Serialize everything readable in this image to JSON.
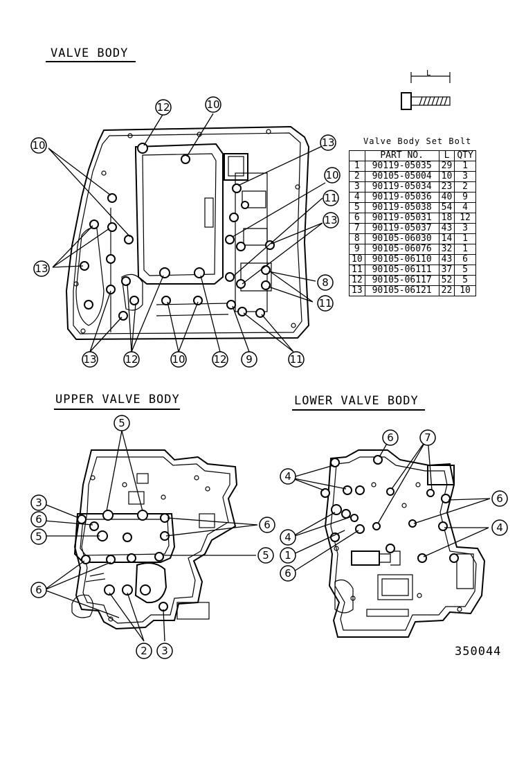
{
  "titles": {
    "valve_body": "VALVE BODY",
    "upper_valve_body": "UPPER VALVE BODY",
    "lower_valve_body": "LOWER VALVE BODY"
  },
  "bolt_illustration": {
    "length_label": "L"
  },
  "table": {
    "caption": "Valve Body Set Bolt",
    "headers": [
      "",
      "PART NO.",
      "L",
      "QTY"
    ],
    "rows": [
      [
        "1",
        "90119-05035",
        "29",
        "1"
      ],
      [
        "2",
        "90105-05004",
        "10",
        "3"
      ],
      [
        "3",
        "90119-05034",
        "23",
        "2"
      ],
      [
        "4",
        "90119-05036",
        "40",
        "9"
      ],
      [
        "5",
        "90119-05038",
        "54",
        "4"
      ],
      [
        "6",
        "90119-05031",
        "18",
        "12"
      ],
      [
        "7",
        "90119-05037",
        "43",
        "3"
      ],
      [
        "8",
        "90105-06030",
        "14",
        "1"
      ],
      [
        "9",
        "90105-06076",
        "32",
        "1"
      ],
      [
        "10",
        "90105-06110",
        "43",
        "6"
      ],
      [
        "11",
        "90105-06111",
        "37",
        "5"
      ],
      [
        "12",
        "90105-06117",
        "52",
        "5"
      ],
      [
        "13",
        "90105-06121",
        "22",
        "10"
      ]
    ]
  },
  "callouts": {
    "valve_body": [
      "12",
      "10",
      "10",
      "13",
      "10",
      "11",
      "13",
      "8",
      "11",
      "13",
      "13",
      "12",
      "10",
      "12",
      "9",
      "11"
    ],
    "upper": [
      "5",
      "3",
      "6",
      "5",
      "6",
      "5",
      "6",
      "2",
      "3"
    ],
    "lower": [
      "6",
      "7",
      "4",
      "6",
      "4",
      "4",
      "1",
      "6"
    ]
  },
  "reference_code": "350044"
}
